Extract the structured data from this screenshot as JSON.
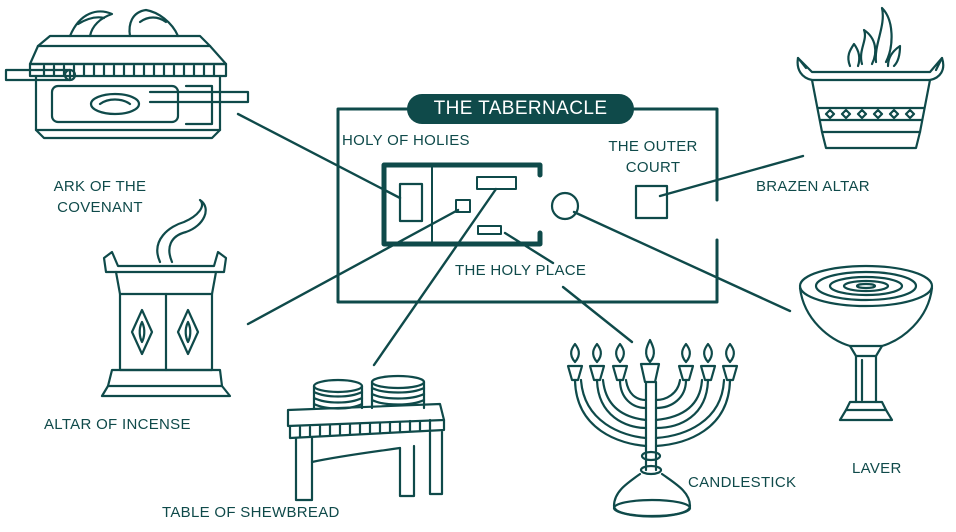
{
  "colors": {
    "ink": "#0f4a4a",
    "background": "#ffffff"
  },
  "title": "THE TABERNACLE",
  "areas": {
    "holy_of_holies": "HOLY OF HOLIES",
    "outer_court_line1": "THE OUTER",
    "outer_court_line2": "COURT",
    "holy_place": "THE HOLY PLACE"
  },
  "items": {
    "ark_line1": "ARK OF THE",
    "ark_line2": "COVENANT",
    "altar_of_incense": "ALTAR OF INCENSE",
    "table_of_shewbread": "TABLE OF SHEWBREAD",
    "candlestick": "CANDLESTICK",
    "laver": "LAVER",
    "brazen_altar": "BRAZEN ALTAR"
  },
  "icons": [
    "ark-of-covenant-icon",
    "altar-of-incense-icon",
    "table-of-shewbread-icon",
    "candlestick-icon",
    "laver-icon",
    "brazen-altar-icon"
  ]
}
